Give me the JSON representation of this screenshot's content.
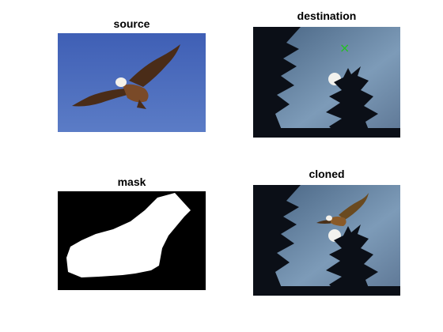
{
  "figure": {
    "panels": [
      {
        "title": "source"
      },
      {
        "title": "destination"
      },
      {
        "title": "mask"
      },
      {
        "title": "cloned"
      }
    ],
    "marker": {
      "symbol": "×",
      "color": "#22c222"
    }
  },
  "colors": {
    "sky_source": "#4466b8",
    "night_sky": "#6f8fad",
    "moon": "#f2f2ee",
    "tree": "#0b0f17",
    "mask_bg": "#000000",
    "mask_fg": "#ffffff"
  }
}
